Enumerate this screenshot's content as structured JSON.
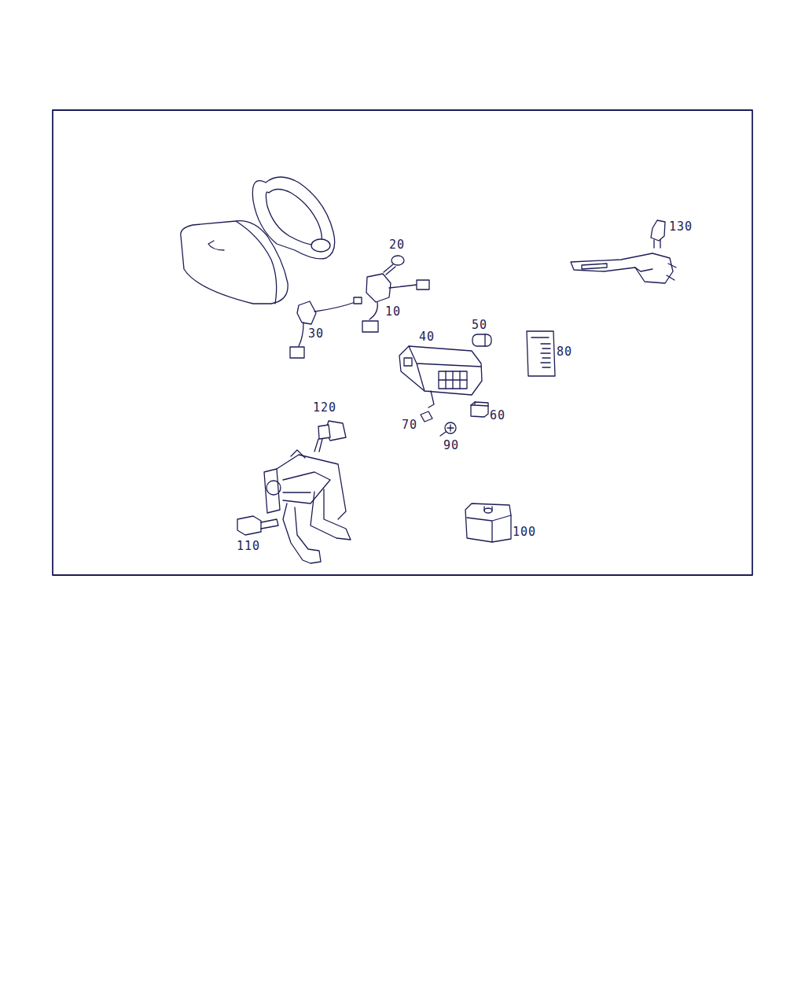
{
  "diagram": {
    "labels": [
      "130",
      "20",
      "10",
      "50",
      "30",
      "40",
      "80",
      "120",
      "60",
      "70",
      "90",
      "100",
      "110"
    ]
  }
}
